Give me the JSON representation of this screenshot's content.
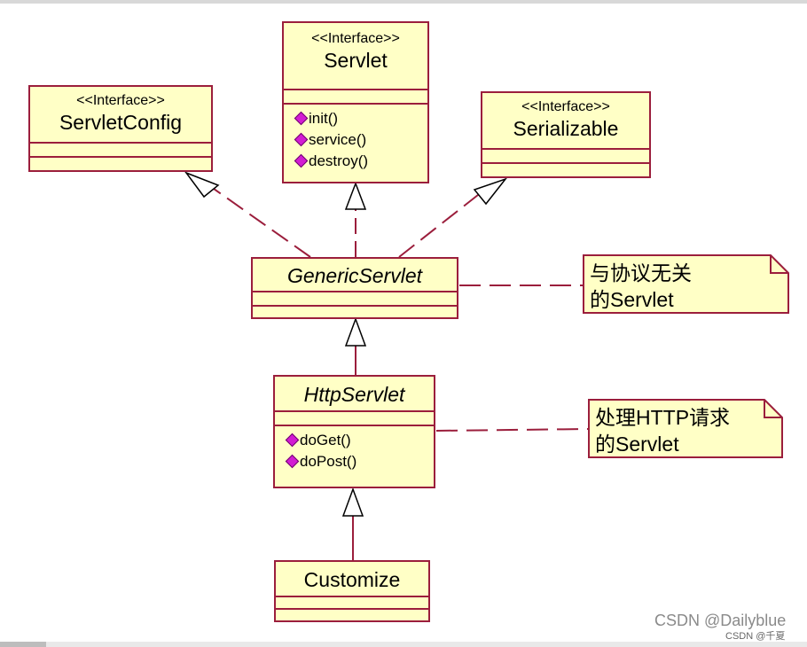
{
  "classes": {
    "servlet": {
      "stereotype": "<<Interface>>",
      "name": "Servlet",
      "operations": [
        "init()",
        "service()",
        "destroy()"
      ]
    },
    "servlet_config": {
      "stereotype": "<<Interface>>",
      "name": "ServletConfig"
    },
    "serializable": {
      "stereotype": "<<Interface>>",
      "name": "Serializable"
    },
    "generic_servlet": {
      "name": "GenericServlet"
    },
    "http_servlet": {
      "name": "HttpServlet",
      "operations": [
        "doGet()",
        "doPost()"
      ]
    },
    "customize": {
      "name": "Customize"
    }
  },
  "notes": {
    "generic": {
      "line1": "与协议无关",
      "line2": "的Servlet"
    },
    "http": {
      "line1": "处理HTTP请求",
      "line2": "的Servlet"
    }
  },
  "watermark": {
    "main": "CSDN @Dailyblue",
    "sub": "CSDN @千夏"
  },
  "colors": {
    "box_fill": "#ffffc6",
    "box_border": "#9b1e3c",
    "operation_marker": "#d21cd2"
  }
}
